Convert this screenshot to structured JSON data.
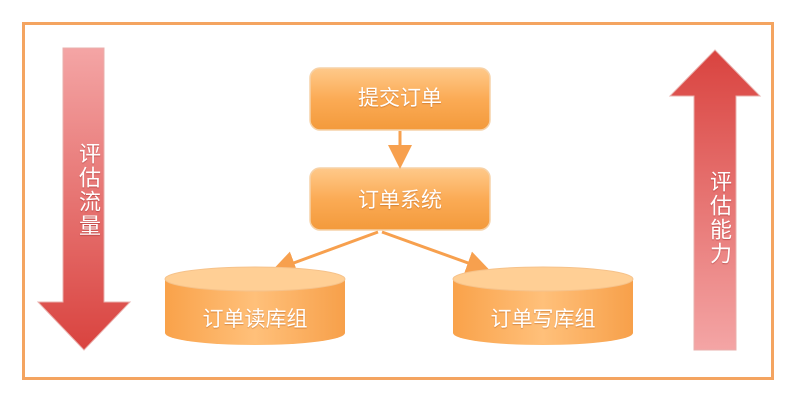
{
  "left_arrow": {
    "label": "评估流量"
  },
  "right_arrow": {
    "label": "评估能力"
  },
  "nodes": {
    "submit_order": "提交订单",
    "order_system": "订单系统",
    "read_db": "订单读库组",
    "write_db": "订单写库组"
  },
  "colors": {
    "border": "#f4a460",
    "box_orange": "#f9a94d",
    "arrow_red": "#e3605b"
  }
}
